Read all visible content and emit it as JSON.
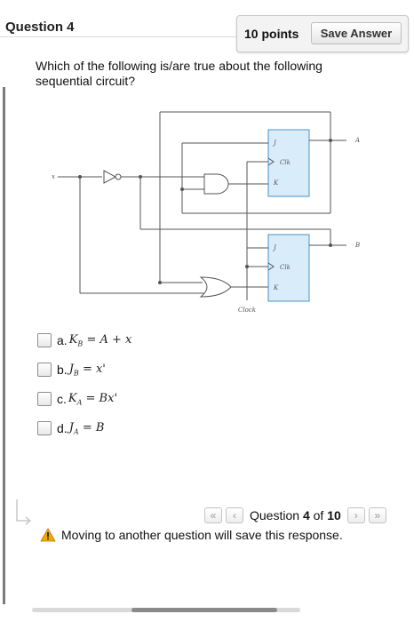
{
  "header": {
    "title": "Question 4",
    "points": "10 points",
    "save_label": "Save Answer"
  },
  "question": {
    "text": "Which of the following is/are true about the following sequential circuit?"
  },
  "circuit": {
    "input_label": "x",
    "ff_top": {
      "j": "J",
      "clk": "Clk",
      "k": "K",
      "output": "A"
    },
    "ff_bottom": {
      "j": "J",
      "clk": "Clk",
      "k": "K",
      "output": "B"
    },
    "clock_label": "Clock"
  },
  "answers": [
    {
      "label": "a.",
      "lhs": "K",
      "sub": "B",
      "rhs": "= A + x"
    },
    {
      "label": "b.",
      "lhs": "J",
      "sub": "B",
      "rhs": "= x'"
    },
    {
      "label": "c.",
      "lhs": "K",
      "sub": "A",
      "rhs": "= Bx'"
    },
    {
      "label": "d.",
      "lhs": "J",
      "sub": "A",
      "rhs": "= B"
    }
  ],
  "navigation": {
    "first_glyph": "«",
    "prev_glyph": "‹",
    "next_glyph": "›",
    "last_glyph": "»",
    "prefix": "Question",
    "current": "4",
    "of_text": "of",
    "total": "10"
  },
  "notice": {
    "text": "Moving to another question will save this response.",
    "icon": "warning-icon"
  },
  "colors": {
    "flipflop_fill": "#d9ecfa",
    "flipflop_stroke": "#4a90c8",
    "warning": "#f2a900"
  }
}
